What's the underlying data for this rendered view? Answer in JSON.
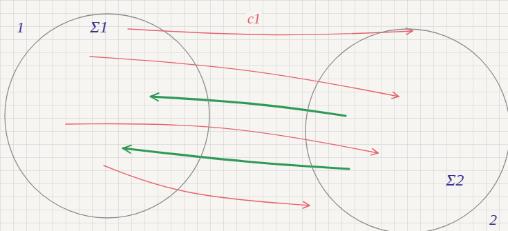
{
  "diagram": {
    "nodes": [
      {
        "text": [
          "1",
          "Σ1"
        ]
      },
      {
        "text": [
          "Σ2",
          "2"
        ]
      }
    ],
    "edges": [
      {
        "from": 0,
        "to": 1,
        "arrow": "to",
        "label": "c1"
      },
      {
        "from": 0,
        "to": 1,
        "arrow": "to"
      },
      {
        "from": 0,
        "to": 1,
        "arrow": "to"
      },
      {
        "from": 0,
        "to": 1,
        "arrow": "to"
      },
      {
        "from": 1,
        "to": 0,
        "arrow": "to"
      },
      {
        "from": 1,
        "to": 0,
        "arrow": "to"
      }
    ]
  }
}
